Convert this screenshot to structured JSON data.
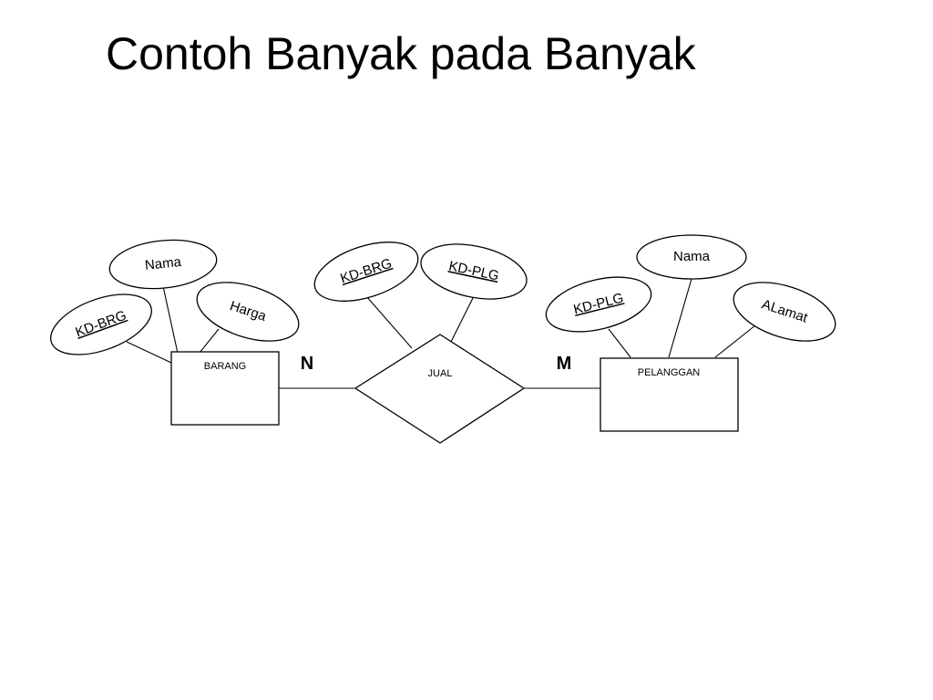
{
  "title": "Contoh Banyak pada Banyak",
  "entities": {
    "barang": "BARANG",
    "pelanggan": "PELANGGAN"
  },
  "relationship": {
    "label": "JUAL"
  },
  "cardinality": {
    "left": "N",
    "right": "M"
  },
  "attributes": {
    "barang": [
      {
        "label": "KD-BRG",
        "key": true
      },
      {
        "label": "Nama",
        "key": false
      },
      {
        "label": "Harga",
        "key": false
      }
    ],
    "jual": [
      {
        "label": "KD-BRG",
        "key": true
      },
      {
        "label": "KD-PLG",
        "key": true
      }
    ],
    "pelanggan": [
      {
        "label": "KD-PLG",
        "key": true
      },
      {
        "label": "Nama",
        "key": false
      },
      {
        "label": "ALamat",
        "key": false
      }
    ]
  },
  "colors": {
    "stroke": "#000000",
    "fill": "#ffffff",
    "text": "#000000"
  }
}
